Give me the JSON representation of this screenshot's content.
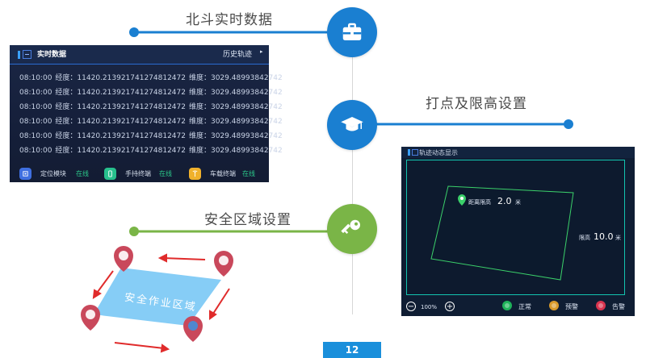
{
  "colors": {
    "blue": "#1a7fd1",
    "green": "#7ab547",
    "status_ok": "#2cc98a",
    "panel_dark": "#151f3a",
    "zone_fill": "#86cdf6",
    "marker_red": "#c9485b",
    "page_number_bg": "#1a8fdb"
  },
  "features": {
    "beidou_label": "北斗实时数据",
    "beidou_icon": "briefcase-icon",
    "point_label": "打点及限高设置",
    "point_icon": "graduation-cap-icon",
    "safe_label": "安全区域设置",
    "safe_icon": "key-icon"
  },
  "realtime_panel": {
    "title": "实时数据",
    "history_link": "历史轨迹",
    "history_arrow": "▸",
    "rows": [
      {
        "time": "08:10:00",
        "lon": "经度：11420.213921741274812472",
        "lat": "维度：3029.48993842742"
      },
      {
        "time": "08:10:00",
        "lon": "经度：11420.213921741274812472",
        "lat": "维度：3029.48993842742"
      },
      {
        "time": "08:10:00",
        "lon": "经度：11420.213921741274812472",
        "lat": "维度：3029.48993842742"
      },
      {
        "time": "08:10:00",
        "lon": "经度：11420.213921741274812472",
        "lat": "维度：3029.48993842742"
      },
      {
        "time": "08:10:00",
        "lon": "经度：11420.213921741274812472",
        "lat": "维度：3029.48993842742"
      },
      {
        "time": "08:10:00",
        "lon": "经度：11420.213921741274812472",
        "lat": "维度：3029.48993842742"
      }
    ],
    "status": [
      {
        "name": "定位模块",
        "state": "在线",
        "icon": "chip-icon",
        "color": "#3f6fe0"
      },
      {
        "name": "手持终端",
        "state": "在线",
        "icon": "phone-icon",
        "color": "#27c08d"
      },
      {
        "name": "车载终端",
        "state": "在线",
        "icon": "signal-tower-icon",
        "color": "#f0b12c"
      }
    ]
  },
  "safe_zone": {
    "label": "安全作业区域"
  },
  "track_panel": {
    "title": "轨迹动态显示",
    "marker_label": "距离限高",
    "marker_value": "2.0",
    "marker_unit": "米",
    "limit_label": "限高",
    "limit_value": "10.0",
    "limit_unit": "米",
    "zoom": "100%",
    "zoom_minus": "−",
    "zoom_plus": "+",
    "legend": [
      {
        "label": "正常",
        "color": "#1fb25a"
      },
      {
        "label": "预警",
        "color": "#d99a2b"
      },
      {
        "label": "告警",
        "color": "#d9344f"
      }
    ]
  },
  "page_number": "12"
}
